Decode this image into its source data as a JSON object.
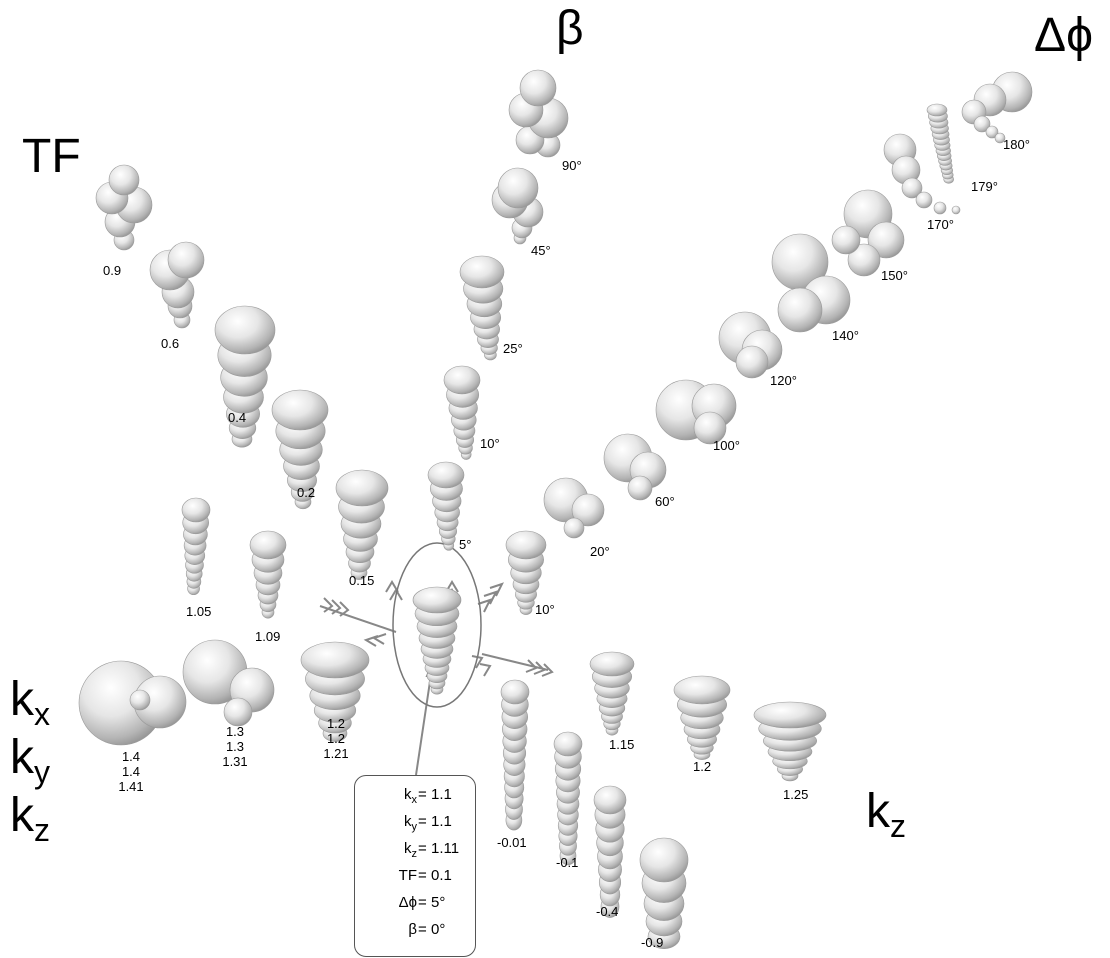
{
  "axis_labels": {
    "beta": "β",
    "delta_phi": "Δϕ",
    "tf": "TF",
    "kz": "k",
    "kz_sub": "z",
    "kxyz": [
      {
        "main": "k",
        "sub": "x"
      },
      {
        "main": "k",
        "sub": "y"
      },
      {
        "main": "k",
        "sub": "z"
      }
    ]
  },
  "beta_labels": [
    "90°",
    "45°",
    "25°",
    "10°",
    "5°"
  ],
  "delta_phi_labels": [
    "180°",
    "179°",
    "170°",
    "150°",
    "140°",
    "120°",
    "100°",
    "60°",
    "20°",
    "10°"
  ],
  "tf_labels": [
    "0.9",
    "0.6",
    "0.4",
    "0.2",
    "0.15"
  ],
  "kz_positive_labels": [
    "1.15",
    "1.2",
    "1.25"
  ],
  "kz_negative_labels": [
    "-0.01",
    "-0.1",
    "-0.4",
    "-0.9"
  ],
  "left_labels": [
    "1.05",
    "1.09"
  ],
  "kxyz_groups": [
    [
      "1.4",
      "1.4",
      "1.41"
    ],
    [
      "1.3",
      "1.3",
      "1.31"
    ],
    [
      "1.2",
      "1.2",
      "1.21"
    ]
  ],
  "params": [
    {
      "key": "k",
      "sub": "x",
      "eq": "=",
      "val": "1.1"
    },
    {
      "key": "k",
      "sub": "y",
      "eq": "=",
      "val": "1.1"
    },
    {
      "key": "k",
      "sub": "z",
      "eq": "=",
      "val": "1.11"
    },
    {
      "key": "TF",
      "sub": "",
      "eq": "=",
      "val": "0.1"
    },
    {
      "key": "Δϕ",
      "sub": "",
      "eq": "=",
      "val": "5°"
    },
    {
      "key": "β",
      "sub": "",
      "eq": "=",
      "val": "0°"
    }
  ],
  "colors": {
    "shell_light": "#f4f4f4",
    "shell_mid": "#c8c8c8",
    "shell_dark": "#8a8a8a",
    "arrow": "#888888"
  }
}
